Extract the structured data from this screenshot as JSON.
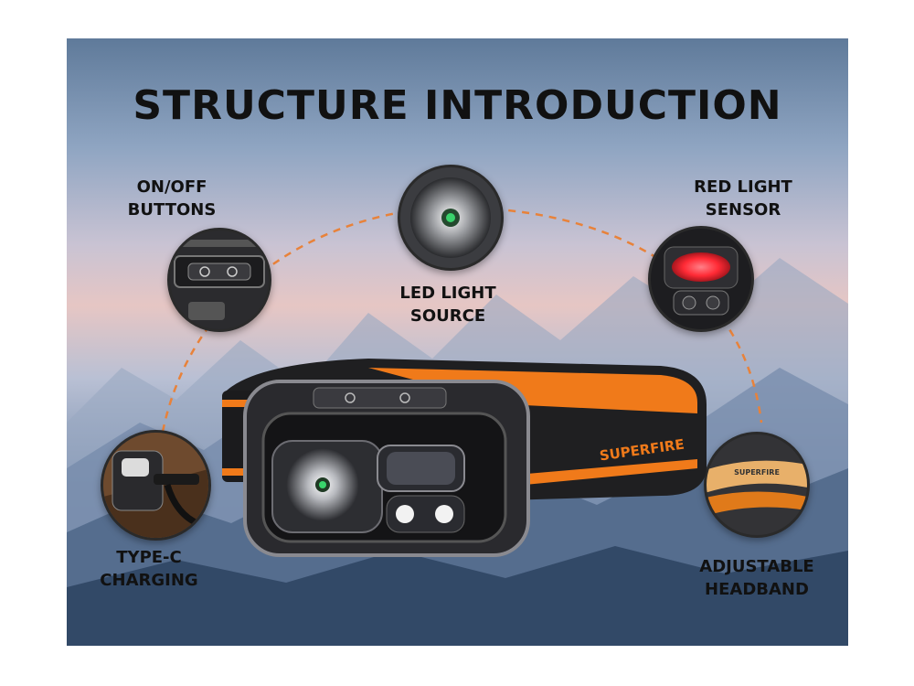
{
  "title": "STRUCTURE INTRODUCTION",
  "features": {
    "on_off": "ON/OFF\nBUTTONS",
    "led": "LED LIGHT\nSOURCE",
    "red_sensor": "RED LIGHT\nSENSOR",
    "type_c": "TYPE-C\nCHARGING",
    "headband": "ADJUSTABLE\nHEADBAND"
  },
  "brand": "SUPERFIRE",
  "colors": {
    "accent": "#f07a1a",
    "dashed_arc": "#e8823a",
    "red_led": "#ff2a35"
  }
}
